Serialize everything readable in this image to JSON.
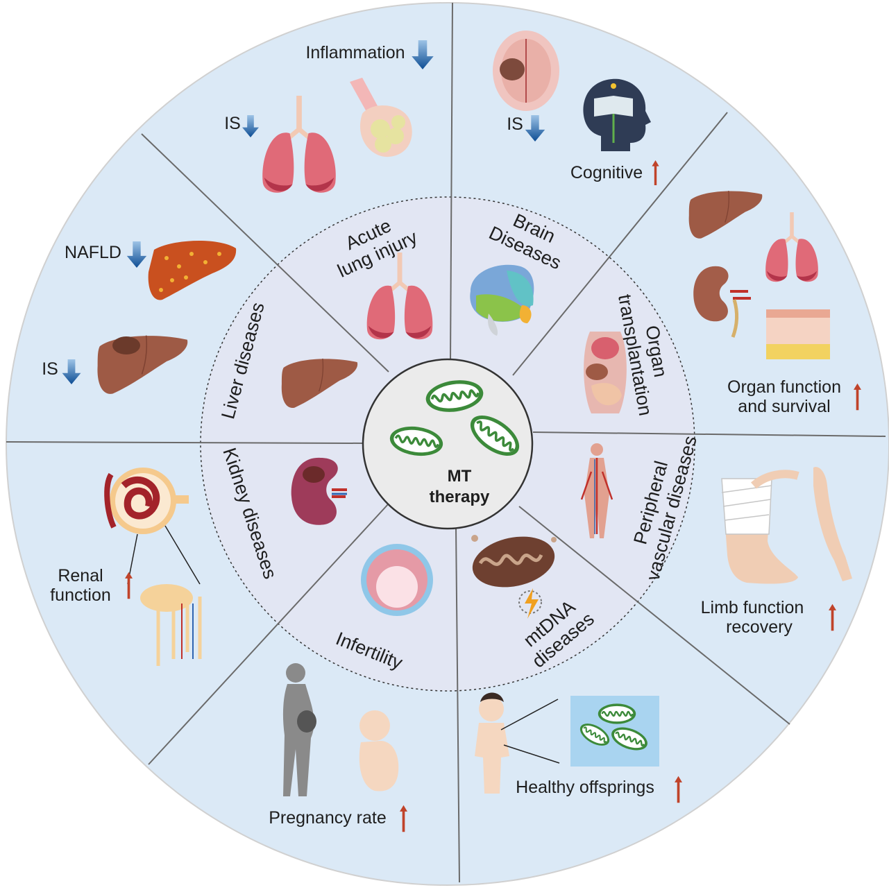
{
  "center": {
    "line1": "MT",
    "line2": "therapy"
  },
  "disease_areas": {
    "acute_lung_injury": {
      "line1": "Acute",
      "line2": "lung injury"
    },
    "brain": {
      "line1": "Brain",
      "line2": "Diseases"
    },
    "organ_transplantation": {
      "line1": "Organ",
      "line2": "transplantation"
    },
    "peripheral_vascular": {
      "line1": "Peripheral",
      "line2": "vascular diseases"
    },
    "mtdna": {
      "line1": "mtDNA",
      "line2": "diseases"
    },
    "infertility": {
      "line1": "Infertility"
    },
    "kidney": {
      "line1": "Kidney diseases"
    },
    "liver": {
      "line1": "Liver diseases"
    }
  },
  "outcomes": {
    "inflammation": "Inflammation",
    "lung_is": "IS",
    "brain_is": "IS",
    "cognitive": "Cognitive",
    "organ_function_1": "Organ function",
    "organ_function_2": "and survival",
    "limb_1": "Limb function",
    "limb_2": "recovery",
    "offspring": "Healthy offsprings",
    "pregnancy": "Pregnancy rate",
    "renal_1": "Renal",
    "renal_2": "function",
    "nafld": "NAFLD",
    "liver_is": "IS"
  },
  "colors": {
    "outer_ring": "#dbe9f6",
    "inner_ring": "#e2e6f3",
    "center_disc": "#ebebeb",
    "decrease_arrow": "#1a5aa3",
    "increase_arrow": "#c0432a",
    "mitochondria": "#3c8a3a",
    "liver": "#9e5a45",
    "lung": "#d8606e"
  }
}
